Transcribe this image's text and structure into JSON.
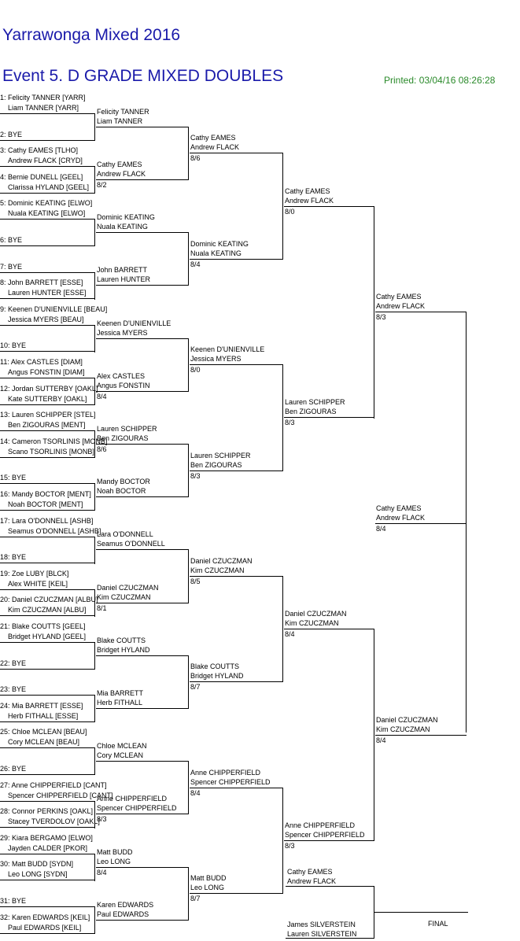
{
  "header": {
    "tournament": "Yarrawonga Mixed 2016",
    "event": "Event 5. D GRADE MIXED DOUBLES",
    "printed": "Printed: 03/04/16 08:26:28"
  },
  "round1": [
    {
      "label": "1: Felicity TANNER [YARR]",
      "partner": "Liam TANNER [YARR]"
    },
    {
      "label": "2: BYE",
      "partner": ""
    },
    {
      "label": "3: Cathy EAMES [TLHO]",
      "partner": "Andrew FLACK [CRYD]"
    },
    {
      "label": "4: Bernie DUNELL [GEEL]",
      "partner": "Clarissa HYLAND [GEEL]"
    },
    {
      "label": "5: Dominic KEATING [ELWO]",
      "partner": "Nuala KEATING [ELWO]"
    },
    {
      "label": "6: BYE",
      "partner": ""
    },
    {
      "label": "7: BYE",
      "partner": ""
    },
    {
      "label": "8: John BARRETT [ESSE]",
      "partner": "Lauren HUNTER [ESSE]"
    },
    {
      "label": "9: Keenen D'UNIENVILLE [BEAU]",
      "partner": "Jessica MYERS [BEAU]"
    },
    {
      "label": "10: BYE",
      "partner": ""
    },
    {
      "label": "11: Alex CASTLES [DIAM]",
      "partner": "Angus FONSTIN [DIAM]"
    },
    {
      "label": "12: Jordan SUTTERBY [OAKL]",
      "partner": "Kate SUTTERBY [OAKL]"
    },
    {
      "label": "13: Lauren SCHIPPER [STEL]",
      "partner": "Ben ZIGOURAS [MENT]"
    },
    {
      "label": "14: Cameron TSORLINIS [MONB]",
      "partner": "Scano TSORLINIS [MONB]"
    },
    {
      "label": "15: BYE",
      "partner": ""
    },
    {
      "label": "16: Mandy BOCTOR [MENT]",
      "partner": "Noah BOCTOR [MENT]"
    },
    {
      "label": "17: Lara O'DONNELL [ASHB]",
      "partner": "Seamus O'DONNELL [ASHB]"
    },
    {
      "label": "18: BYE",
      "partner": ""
    },
    {
      "label": "19: Zoe LUBY [BLCK]",
      "partner": "Alex WHITE [KEIL]"
    },
    {
      "label": "20: Daniel CZUCZMAN [ALBU]",
      "partner": "Kim CZUCZMAN [ALBU]"
    },
    {
      "label": "21: Blake COUTTS [GEEL]",
      "partner": "Bridget HYLAND [GEEL]"
    },
    {
      "label": "22: BYE",
      "partner": ""
    },
    {
      "label": "23: BYE",
      "partner": ""
    },
    {
      "label": "24: Mia BARRETT [ESSE]",
      "partner": "Herb FITHALL [ESSE]"
    },
    {
      "label": "25: Chloe MCLEAN [BEAU]",
      "partner": "Cory MCLEAN [BEAU]"
    },
    {
      "label": "26: BYE",
      "partner": ""
    },
    {
      "label": "27: Anne CHIPPERFIELD [CANT]",
      "partner": "Spencer CHIPPERFIELD [CANT]"
    },
    {
      "label": "28: Connor PERKINS [OAKL]",
      "partner": "Stacey TVERDOLOV [OAKL]"
    },
    {
      "label": "29: Kiara BERGAMO [ELWO]",
      "partner": "Jayden CALDER [PKOR]"
    },
    {
      "label": "30: Matt BUDD [SYDN]",
      "partner": "Leo LONG [SYDN]"
    },
    {
      "label": "31: BYE",
      "partner": ""
    },
    {
      "label": "32: Karen EDWARDS [KEIL]",
      "partner": "Paul EDWARDS [KEIL]"
    }
  ],
  "round2": [
    {
      "p1": "Felicity TANNER",
      "p2": "Liam TANNER",
      "score": ""
    },
    {
      "p1": "Cathy EAMES",
      "p2": "Andrew FLACK",
      "score": "8/2"
    },
    {
      "p1": "Dominic KEATING",
      "p2": "Nuala KEATING",
      "score": ""
    },
    {
      "p1": "John BARRETT",
      "p2": "Lauren HUNTER",
      "score": ""
    },
    {
      "p1": "Keenen D'UNIENVILLE",
      "p2": "Jessica MYERS",
      "score": ""
    },
    {
      "p1": "Alex CASTLES",
      "p2": "Angus FONSTIN",
      "score": "8/4"
    },
    {
      "p1": "Lauren SCHIPPER",
      "p2": "Ben ZIGOURAS",
      "score": "8/6"
    },
    {
      "p1": "Mandy BOCTOR",
      "p2": "Noah BOCTOR",
      "score": ""
    },
    {
      "p1": "Lara O'DONNELL",
      "p2": "Seamus O'DONNELL",
      "score": ""
    },
    {
      "p1": "Daniel CZUCZMAN",
      "p2": "Kim CZUCZMAN",
      "score": "8/1"
    },
    {
      "p1": "Blake COUTTS",
      "p2": "Bridget HYLAND",
      "score": ""
    },
    {
      "p1": "Mia BARRETT",
      "p2": "Herb FITHALL",
      "score": ""
    },
    {
      "p1": "Chloe MCLEAN",
      "p2": "Cory MCLEAN",
      "score": ""
    },
    {
      "p1": "Anne CHIPPERFIELD",
      "p2": "Spencer CHIPPERFIELD",
      "score": "8/3"
    },
    {
      "p1": "Matt BUDD",
      "p2": "Leo LONG",
      "score": "8/4"
    },
    {
      "p1": "Karen EDWARDS",
      "p2": "Paul EDWARDS",
      "score": ""
    }
  ],
  "round3": [
    {
      "p1": "Cathy EAMES",
      "p2": "Andrew FLACK",
      "score": "8/6"
    },
    {
      "p1": "Dominic KEATING",
      "p2": "Nuala KEATING",
      "score": "8/4"
    },
    {
      "p1": "Keenen D'UNIENVILLE",
      "p2": "Jessica MYERS",
      "score": "8/0"
    },
    {
      "p1": "Lauren SCHIPPER",
      "p2": "Ben ZIGOURAS",
      "score": "8/3"
    },
    {
      "p1": "Daniel CZUCZMAN",
      "p2": "Kim CZUCZMAN",
      "score": "8/5"
    },
    {
      "p1": "Blake COUTTS",
      "p2": "Bridget HYLAND",
      "score": "8/7"
    },
    {
      "p1": "Anne CHIPPERFIELD",
      "p2": "Spencer CHIPPERFIELD",
      "score": "8/4"
    },
    {
      "p1": "Matt BUDD",
      "p2": "Leo LONG",
      "score": "8/7"
    }
  ],
  "round4": [
    {
      "p1": "Cathy EAMES",
      "p2": "Andrew FLACK",
      "score": "8/0"
    },
    {
      "p1": "Lauren SCHIPPER",
      "p2": "Ben ZIGOURAS",
      "score": "8/3"
    },
    {
      "p1": "Daniel CZUCZMAN",
      "p2": "Kim CZUCZMAN",
      "score": "8/4"
    },
    {
      "p1": "Anne CHIPPERFIELD",
      "p2": "Spencer CHIPPERFIELD",
      "score": "8/3"
    }
  ],
  "round5": [
    {
      "p1": "Cathy EAMES",
      "p2": "Andrew FLACK",
      "score": "8/3"
    },
    {
      "p1": "Daniel CZUCZMAN",
      "p2": "Kim CZUCZMAN",
      "score": "8/4"
    }
  ],
  "round6": [
    {
      "p1": "Cathy EAMES",
      "p2": "Andrew FLACK",
      "score": "8/4"
    }
  ],
  "final": {
    "top": {
      "p1": "Cathy EAMES",
      "p2": "Andrew FLACK"
    },
    "bottom": {
      "p1": "James SILVERSTEIN",
      "p2": "Lauren SILVERSTEIN"
    },
    "label": "FINAL"
  }
}
